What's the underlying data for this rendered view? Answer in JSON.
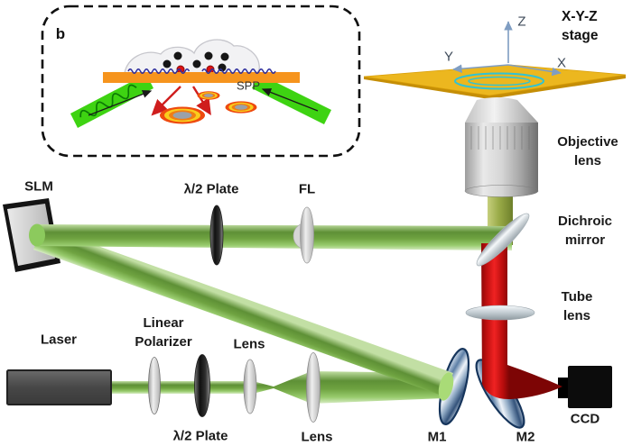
{
  "inset": {
    "panel_label": "b",
    "spp_label": "SPP"
  },
  "stage": {
    "label_line1": "X-Y-Z",
    "label_line2": "stage",
    "axis_z": "Z",
    "axis_y": "Y",
    "axis_x": "X"
  },
  "components": {
    "slm": "SLM",
    "half_wave_plate_top": "λ/2 Plate",
    "focal_lens": "FL",
    "dichroic_line1": "Dichroic",
    "dichroic_line2": "mirror",
    "objective_line1": "Objective",
    "objective_line2": "lens",
    "tube_lens_line1": "Tube",
    "tube_lens_line2": "lens",
    "laser": "Laser",
    "polarizer_line1": "Linear",
    "polarizer_line2": "Polarizer",
    "lens_upper": "Lens",
    "half_wave_plate_bottom": "λ/2 Plate",
    "lens_lower": "Lens",
    "mirror1": "M1",
    "mirror2": "M2",
    "ccd": "CCD"
  },
  "colors": {
    "beam_green": "#6f9d43",
    "beam_red": "#d91414",
    "beam_olive": "#9aab48",
    "stage_gold": "#ecb71f",
    "gold_film_orange": "#f6941d",
    "inset_beam_green": "#3ed312",
    "sample_ring_cyan": "#2fc2d6",
    "spp_wave_blue": "#2f2f9e",
    "mirror_blue": "#33527a"
  }
}
